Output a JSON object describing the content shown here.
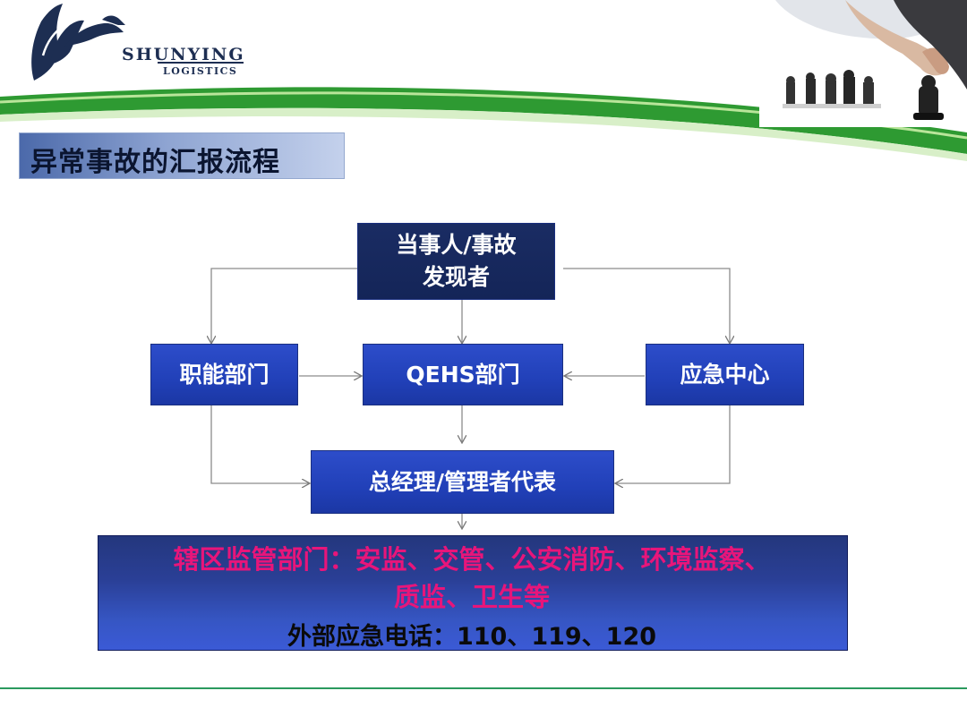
{
  "header": {
    "brand_name": "SHUNYING",
    "brand_sub": "LOGISTICS"
  },
  "title": "异常事故的汇报流程",
  "flow": {
    "reporter": [
      "当事人/事故",
      "发现者"
    ],
    "functional_dept": "职能部门",
    "qehs_dept": "QEHS部门",
    "emergency_center": "应急中心",
    "general_manager": "总经理/管理者代表",
    "authority_lines": [
      "辖区监管部门：安监、交管、公安消防、环境监察、",
      "质监、卫生等"
    ],
    "external_phone": "外部应急电话：110、119、120"
  },
  "colors": {
    "box_blue": "#2140b8",
    "box_dark": "#142558",
    "highlight_red": "#e8157a",
    "swoosh_green": "#3cae3a"
  }
}
